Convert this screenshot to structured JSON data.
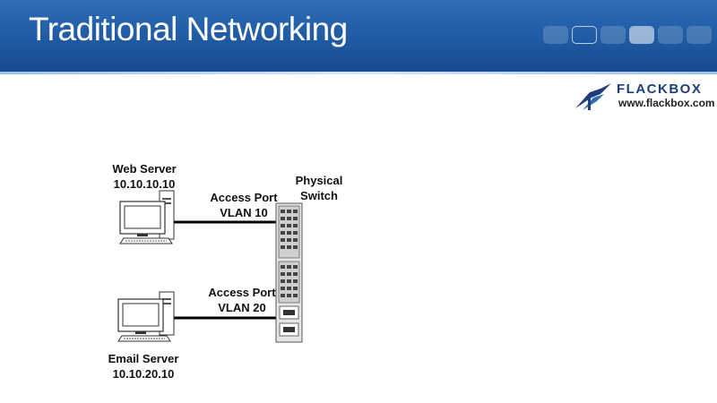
{
  "slide": {
    "title": "Traditional Networking"
  },
  "logo": {
    "brand": "FLACKBOX",
    "url": "www.flackbox.com"
  },
  "nodes": {
    "web_server": {
      "line1": "Web Server",
      "line2": "10.10.10.10"
    },
    "email_server": {
      "line1": "Email Server",
      "line2": "10.10.20.10"
    },
    "switch": {
      "line1": "Physical",
      "line2": "Switch"
    }
  },
  "links": {
    "top": {
      "line1": "Access Port",
      "line2": "VLAN 10"
    },
    "bottom": {
      "line1": "Access Port",
      "line2": "VLAN 20"
    }
  },
  "colors": {
    "header_blue": "#1f5aa3",
    "logo_blue": "#1f3f7a"
  }
}
